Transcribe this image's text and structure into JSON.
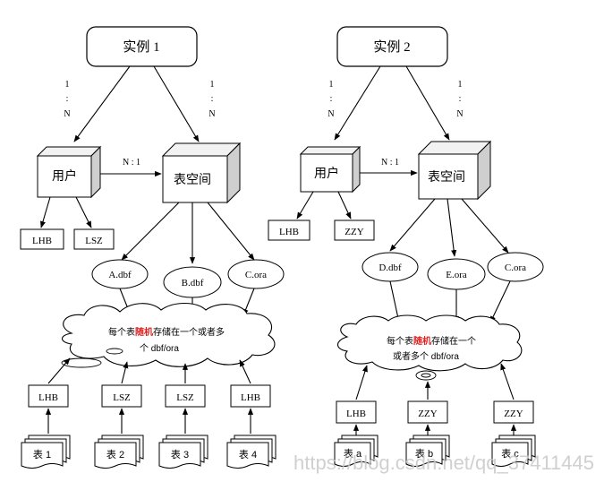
{
  "colors": {
    "line": "#000000",
    "highlight": "#e02020",
    "watermark": "#c8c8c8",
    "box_top": "#f2f2f2",
    "box_side": "#cfcfcf"
  },
  "instance1": {
    "title": "实例 1",
    "ratio_left": [
      "1",
      ":",
      "N"
    ],
    "ratio_right": [
      "1",
      ":",
      "N"
    ],
    "user_label": "用户",
    "tablespace_label": "表空间",
    "link_label": "N : 1",
    "users": [
      "LHB",
      "LSZ"
    ],
    "files": [
      "A.dbf",
      "B.dbf",
      "C.ora"
    ],
    "cloud": {
      "line1_pre": "每个表",
      "highlight": "随机",
      "line1_post": "存储在一个或者多",
      "line2": "个 dbf/ora"
    },
    "owners": [
      "LHB",
      "LSZ",
      "LSZ",
      "LHB"
    ],
    "tables": [
      "表 1",
      "表 2",
      "表 3",
      "表 4"
    ]
  },
  "instance2": {
    "title": "实例 2",
    "ratio_left": [
      "1",
      ":",
      "N"
    ],
    "ratio_right": [
      "1",
      ":",
      "N"
    ],
    "user_label": "用户",
    "tablespace_label": "表空间",
    "link_label": "N : 1",
    "users": [
      "LHB",
      "ZZY"
    ],
    "files": [
      "D.dbf",
      "E.ora",
      "C.ora"
    ],
    "cloud": {
      "line1_pre": "每个表",
      "highlight": "随机",
      "line1_post": "存储在一个",
      "line2": "或者多个 dbf/ora"
    },
    "owners": [
      "LHB",
      "ZZY",
      "ZZY"
    ],
    "tables": [
      "表 a",
      "表 b",
      "表 c"
    ]
  },
  "watermark": "https://blog.csdn.net/qq_37411445"
}
